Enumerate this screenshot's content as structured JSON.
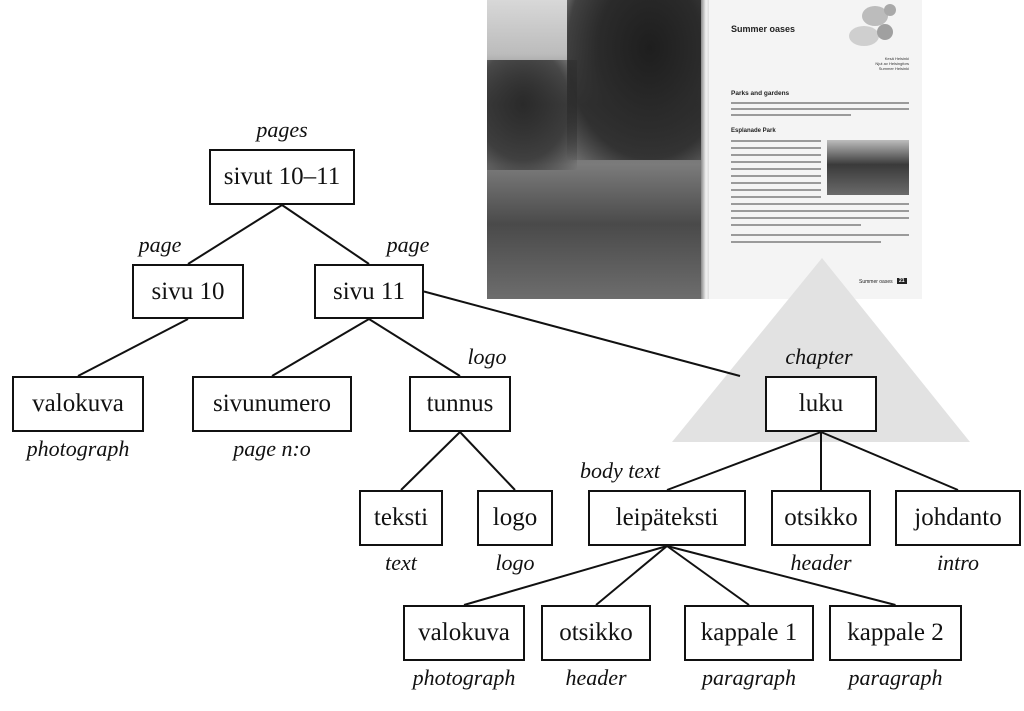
{
  "spread": {
    "title": "Summer oases",
    "section_heading": "Parks and gardens",
    "subheading": "Esplanade Park",
    "footer": "Summer oases",
    "page_number": "21",
    "credits": [
      "Kesä Helsinki",
      "Njut av Helsingfors",
      "Summer Helsinki"
    ]
  },
  "nodes": [
    {
      "id": "sivut",
      "label": "sivut 10–11",
      "gloss": "pages",
      "gloss_pos": "above"
    },
    {
      "id": "sivu10",
      "label": "sivu 10",
      "gloss": "page",
      "gloss_pos": "above"
    },
    {
      "id": "sivu11",
      "label": "sivu 11",
      "gloss": "page",
      "gloss_pos": "above"
    },
    {
      "id": "valokuva1",
      "label": "valokuva",
      "gloss": "photograph",
      "gloss_pos": "below"
    },
    {
      "id": "sivunumero",
      "label": "sivunumero",
      "gloss": "page n:o",
      "gloss_pos": "below"
    },
    {
      "id": "tunnus",
      "label": "tunnus",
      "gloss": "logo",
      "gloss_pos": "above"
    },
    {
      "id": "luku",
      "label": "luku",
      "gloss": "chapter",
      "gloss_pos": "above"
    },
    {
      "id": "teksti",
      "label": "teksti",
      "gloss": "text",
      "gloss_pos": "below"
    },
    {
      "id": "logo",
      "label": "logo",
      "gloss": "logo",
      "gloss_pos": "below"
    },
    {
      "id": "leipateksti",
      "label": "leipäteksti",
      "gloss": "body text",
      "gloss_pos": "above"
    },
    {
      "id": "otsikko1",
      "label": "otsikko",
      "gloss": "header",
      "gloss_pos": "below"
    },
    {
      "id": "johdanto",
      "label": "johdanto",
      "gloss": "intro",
      "gloss_pos": "below"
    },
    {
      "id": "valokuva2",
      "label": "valokuva",
      "gloss": "photograph",
      "gloss_pos": "below"
    },
    {
      "id": "otsikko2",
      "label": "otsikko",
      "gloss": "header",
      "gloss_pos": "below"
    },
    {
      "id": "kappale1",
      "label": "kappale 1",
      "gloss": "paragraph",
      "gloss_pos": "below"
    },
    {
      "id": "kappale2",
      "label": "kappale 2",
      "gloss": "paragraph",
      "gloss_pos": "below"
    }
  ],
  "edges": [
    [
      "sivut",
      "sivu10"
    ],
    [
      "sivut",
      "sivu11"
    ],
    [
      "sivu10",
      "valokuva1"
    ],
    [
      "sivu11",
      "sivunumero"
    ],
    [
      "sivu11",
      "tunnus"
    ],
    [
      "sivu11",
      "luku"
    ],
    [
      "tunnus",
      "teksti"
    ],
    [
      "tunnus",
      "logo"
    ],
    [
      "luku",
      "leipateksti"
    ],
    [
      "luku",
      "otsikko1"
    ],
    [
      "luku",
      "johdanto"
    ],
    [
      "leipateksti",
      "valokuva2"
    ],
    [
      "leipateksti",
      "otsikko2"
    ],
    [
      "leipateksti",
      "kappale1"
    ],
    [
      "leipateksti",
      "kappale2"
    ]
  ],
  "colors": {
    "line": "#111111",
    "triangle": "#e2e2e2"
  }
}
